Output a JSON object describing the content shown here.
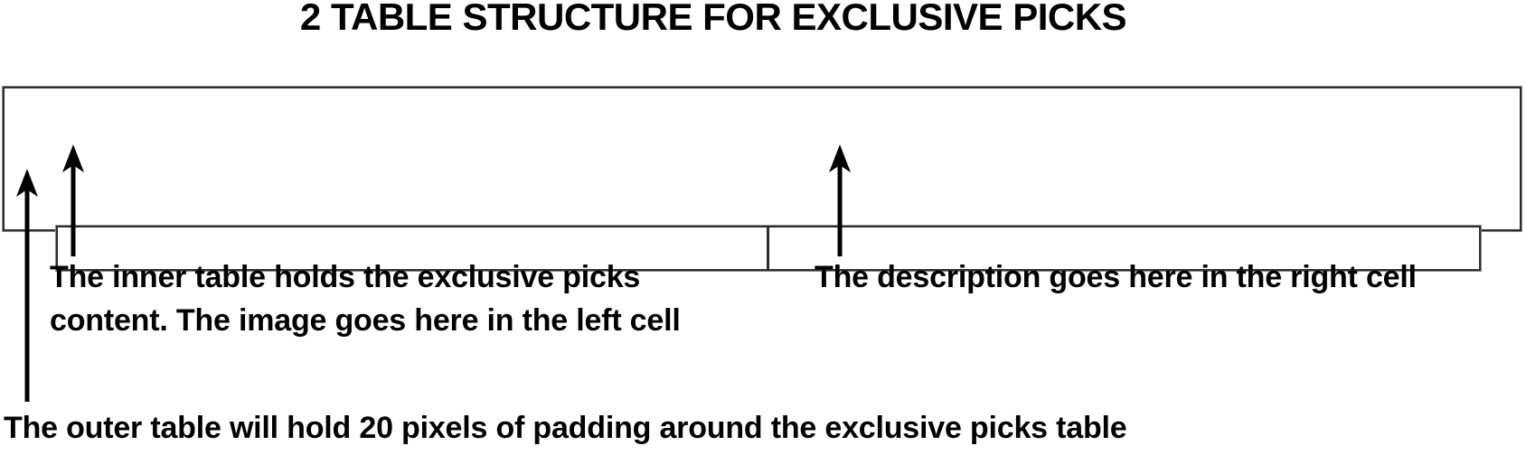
{
  "title": "2 TABLE STRUCTURE FOR EXCLUSIVE PICKS",
  "diagram": {
    "outer_table": "outer table with padding",
    "inner_table": {
      "left_cell": "",
      "right_cell": ""
    }
  },
  "annotations": {
    "inner_label": {
      "lines": [
        "The inner table holds the exclusive picks",
        "content. The image goes here in the left cell"
      ]
    },
    "right_label": "The description goes here in the right cell",
    "outer_label": "The outer table will hold 20 pixels of padding around the exclusive picks table"
  },
  "icons": [
    "arrow-up-icon",
    "arrow-up-icon",
    "arrow-up-icon"
  ],
  "colors": {
    "background": "#ffffff",
    "text": "#000000",
    "arrow": "#000000",
    "border_dark": "#2e2e2e",
    "border_light": "#8a8a8a"
  }
}
